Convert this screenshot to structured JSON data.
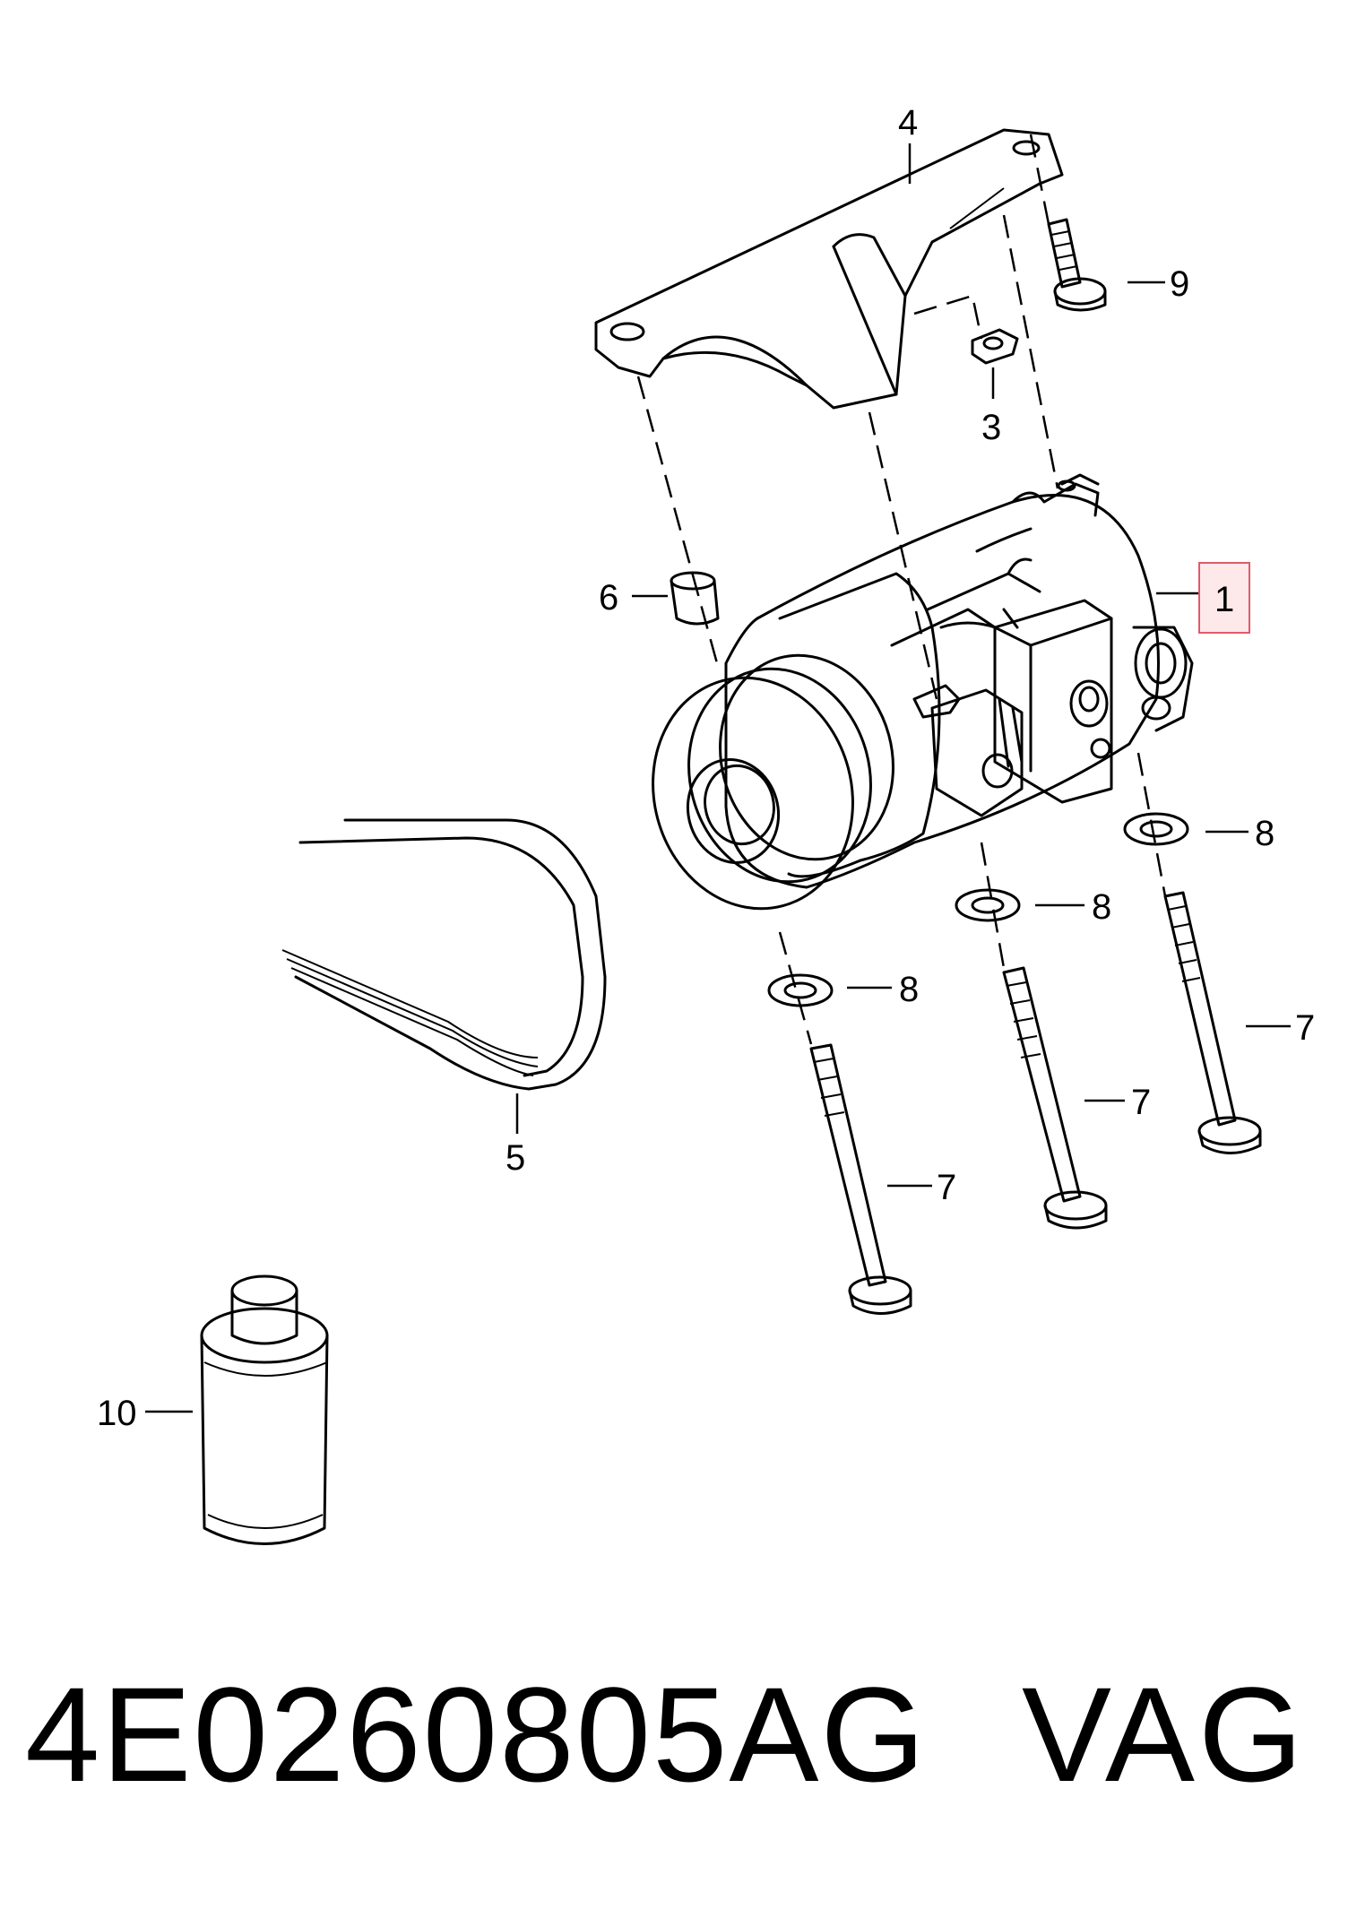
{
  "callouts": {
    "c1": "1",
    "c3": "3",
    "c4": "4",
    "c5": "5",
    "c6": "6",
    "c7a": "7",
    "c7b": "7",
    "c7c": "7",
    "c8a": "8",
    "c8b": "8",
    "c8c": "8",
    "c9": "9",
    "c10": "10"
  },
  "footer": {
    "part_number": "4E0260805AG",
    "brand": "VAG"
  },
  "colors": {
    "highlight_fill": "#fde8ea",
    "highlight_stroke": "#e05a6a"
  }
}
